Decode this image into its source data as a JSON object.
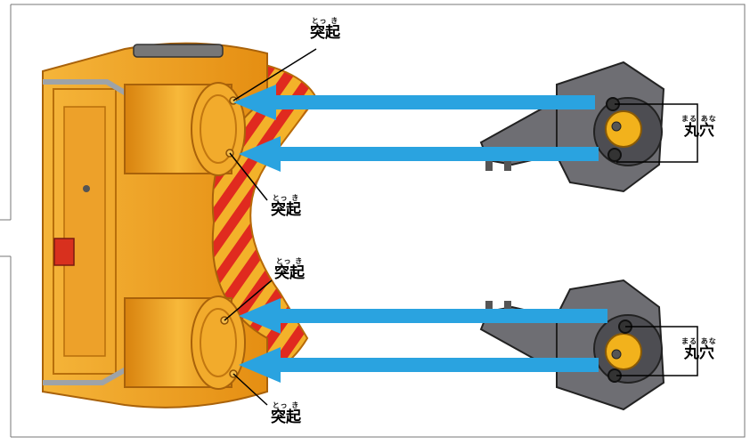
{
  "labels": {
    "protrusion_kanji": "突起",
    "protrusion_ruby": "とっ き",
    "round_hole_kanji": "丸穴",
    "round_hole_ruby": "まる あな"
  },
  "colors": {
    "arrow_blue": "#2aa3e0",
    "body_orange": "#f0a01e",
    "body_orange_dark": "#d1780c",
    "part_gray": "#6e6e73",
    "part_gold": "#f2b21c",
    "stripe_red": "#e02a1f",
    "stripe_black": "#222222"
  }
}
